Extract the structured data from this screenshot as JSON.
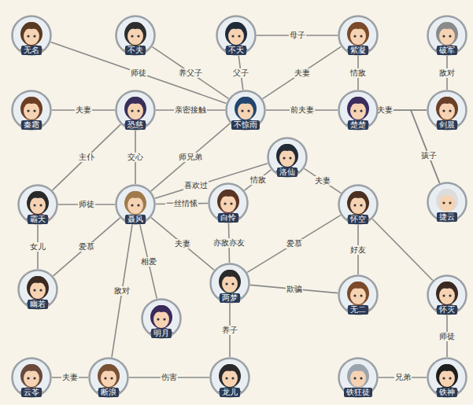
{
  "diagram": {
    "nodes": [
      {
        "text": [
          "无名"
        ]
      },
      {
        "text": [
          "不夫"
        ]
      },
      {
        "text": [
          "不天"
        ]
      },
      {
        "text": [
          "紫凝"
        ]
      },
      {
        "text": [
          "破军"
        ]
      },
      {
        "text": [
          "秦霜"
        ]
      },
      {
        "text": [
          "恐慈"
        ]
      },
      {
        "text": [
          "不惊雨"
        ]
      },
      {
        "text": [
          "楚楚"
        ]
      },
      {
        "text": [
          "剑晨"
        ]
      },
      {
        "text": [
          "洛仙"
        ]
      },
      {
        "text": [
          "霸天"
        ]
      },
      {
        "text": [
          "聂风"
        ]
      },
      {
        "text": [
          "白怜"
        ]
      },
      {
        "text": [
          "怀空"
        ]
      },
      {
        "text": [
          "捷云"
        ]
      },
      {
        "text": [
          "幽若"
        ]
      },
      {
        "text": [
          "两梦"
        ]
      },
      {
        "text": [
          "明月"
        ]
      },
      {
        "text": [
          "无二"
        ]
      },
      {
        "text": [
          "怀灭"
        ]
      },
      {
        "text": [
          "云苓"
        ]
      },
      {
        "text": [
          "断浪"
        ]
      },
      {
        "text": [
          "龙儿"
        ]
      },
      {
        "text": [
          "铁狂徒"
        ]
      },
      {
        "text": [
          "铁神"
        ]
      }
    ],
    "edges": [
      {
        "from": 0,
        "to": 7,
        "label": "师徒",
        "arrow": "none"
      },
      {
        "from": 1,
        "to": 7,
        "label": "养父子",
        "arrow": "none"
      },
      {
        "from": 2,
        "to": 3,
        "label": "母子",
        "arrow": "none"
      },
      {
        "from": 2,
        "to": 7,
        "label": "父子",
        "arrow": "none"
      },
      {
        "from": 3,
        "to": 7,
        "label": "夫妻",
        "arrow": "none"
      },
      {
        "from": 3,
        "to": 8,
        "label": "情敌",
        "arrow": "none"
      },
      {
        "from": 4,
        "to": 9,
        "label": "敌对",
        "arrow": "none"
      },
      {
        "from": 5,
        "to": 6,
        "label": "夫妻",
        "arrow": "none"
      },
      {
        "from": 6,
        "to": 7,
        "label": "亲密接触",
        "arrow": "none"
      },
      {
        "from": 7,
        "to": 8,
        "label": "前夫妻",
        "arrow": "none"
      },
      {
        "from": 8,
        "to": 9,
        "label": "夫妻",
        "arrow": "none"
      },
      {
        "from": 8,
        "to": 15,
        "label": "孩子",
        "arrow": "none"
      },
      {
        "from": 9,
        "to": 15,
        "arrow": "none"
      },
      {
        "from": 6,
        "to": 11,
        "label": "主仆",
        "arrow": "none"
      },
      {
        "from": 6,
        "to": 12,
        "label": "交心",
        "arrow": "none"
      },
      {
        "from": 7,
        "to": 12,
        "label": "师兄弟",
        "arrow": "none"
      },
      {
        "from": 12,
        "to": 10,
        "label": "喜欢过",
        "arrow": "none"
      },
      {
        "from": 10,
        "to": 13,
        "label": "情敌",
        "arrow": "none"
      },
      {
        "from": 10,
        "to": 14,
        "label": "夫妻",
        "arrow": "none"
      },
      {
        "from": 11,
        "to": 12,
        "label": "师徒",
        "arrow": "none"
      },
      {
        "from": 12,
        "to": 13,
        "label": "一丝情愫",
        "arrow": "none"
      },
      {
        "from": 11,
        "to": 16,
        "label": "女儿",
        "arrow": "none"
      },
      {
        "from": 12,
        "to": 16,
        "label": "爱慕",
        "arrow": "none"
      },
      {
        "from": 12,
        "to": 17,
        "label": "夫妻",
        "arrow": "none"
      },
      {
        "from": 12,
        "to": 18,
        "label": "相爱",
        "arrow": "none"
      },
      {
        "from": 12,
        "to": 22,
        "label": "敌对",
        "arrow": "none"
      },
      {
        "from": 13,
        "to": 17,
        "label": "亦敌亦友",
        "arrow": "none"
      },
      {
        "from": 14,
        "to": 17,
        "label": "爱慕",
        "arrow": "none"
      },
      {
        "from": 14,
        "to": 19,
        "label": "好友",
        "arrow": "none"
      },
      {
        "from": 14,
        "to": 20,
        "arrow": "none"
      },
      {
        "from": 17,
        "to": 19,
        "label": "欺骗",
        "arrow": "none"
      },
      {
        "from": 17,
        "to": 23,
        "label": "养子",
        "arrow": "none"
      },
      {
        "from": 20,
        "to": 25,
        "label": "师徒",
        "arrow": "none"
      },
      {
        "from": 21,
        "to": 22,
        "label": "夫妻",
        "arrow": "none"
      },
      {
        "from": 22,
        "to": 23,
        "label": "伤害",
        "arrow": "none"
      },
      {
        "from": 24,
        "to": 25,
        "label": "兄弟",
        "arrow": "none"
      }
    ]
  }
}
